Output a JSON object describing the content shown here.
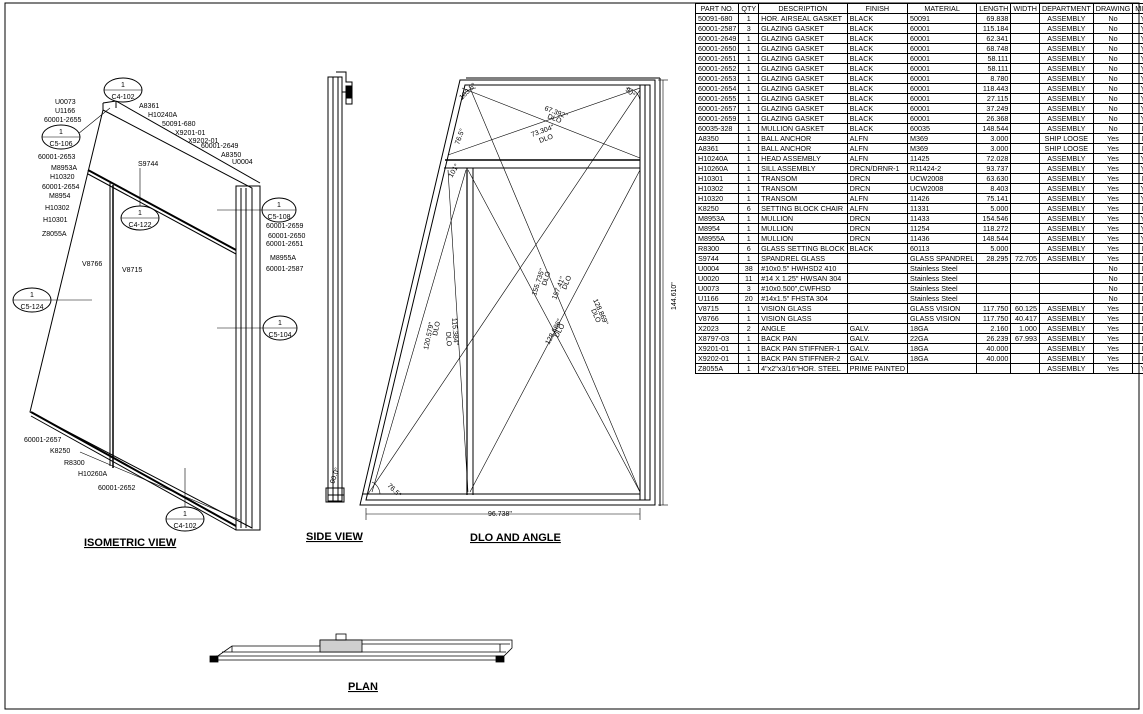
{
  "views": {
    "isometric": "ISOMETRIC VIEW",
    "side": "SIDE VIEW",
    "dlo": "DLO AND ANGLE",
    "plan": "PLAN"
  },
  "callouts": [
    {
      "top": "1",
      "bottom": "C4-102"
    },
    {
      "top": "1",
      "bottom": "C5-106"
    },
    {
      "top": "1",
      "bottom": "C4-122"
    },
    {
      "top": "1",
      "bottom": "C5-108"
    },
    {
      "top": "1",
      "bottom": "C5-124"
    },
    {
      "top": "1",
      "bottom": "C5-104"
    },
    {
      "top": "1",
      "bottom": "C4-102"
    }
  ],
  "iso_labels": {
    "left_top": [
      "U0073",
      "U1166",
      "60001-2655"
    ],
    "left_mid": [
      "60001-2653",
      "M8953A",
      "H10320",
      "60001-2654",
      "M8954",
      "H10302",
      "H10301",
      "Z8055A"
    ],
    "top_right": [
      "A8361",
      "H10240A",
      "50091-680",
      "X9201-01",
      "X9202-01",
      "60001-2649",
      "A8350",
      "U0004"
    ],
    "right_mid": [
      "60001-2659",
      "60001-2650",
      "60001-2651"
    ],
    "right_low": [
      "M8955A",
      "60001-2587"
    ],
    "bottom_left": [
      "60001-2657",
      "K8250",
      "R8300",
      "H10260A",
      "60001-2652"
    ],
    "inner": {
      "s9744": "S9744",
      "v8766": "V8766",
      "v8715": "V8715"
    }
  },
  "dlo_dims": {
    "d67": "67.392\"",
    "dlo1": "DLO",
    "d73": "73.304\"",
    "dlo2": "DLO",
    "d103": "103.5°",
    "d76": "76.5°",
    "d90a": "90°",
    "d90b": "90.0°",
    "d101": "101°",
    "d155": "155.735\"",
    "dlo3": "DLO",
    "d157": "157.41\"",
    "dlo4": "DLO",
    "d128a": "128.869\"",
    "dlo5": "DLO",
    "d120": "120.579\"",
    "dlo6": "DLO",
    "d115": "115.384\"",
    "dlo7": "DLO",
    "d128b": "128.686\"",
    "dlo8": "DLO",
    "d144": "144.610\"",
    "d96": "96.738\"",
    "d765": "76.5°"
  },
  "bom": {
    "headers": [
      "PART NO.",
      "QTY",
      "DESCRIPTION",
      "FINISH",
      "MATERIAL",
      "LENGTH",
      "WIDTH",
      "DEPARTMENT",
      "DRAWING",
      "MITER"
    ],
    "rows": [
      [
        "50091-680",
        "1",
        "HOR. AIRSEAL GASKET",
        "BLACK",
        "50091",
        "69.838",
        "",
        "ASSEMBLY",
        "No",
        "Yes"
      ],
      [
        "60001-2587",
        "3",
        "GLAZING GASKET",
        "BLACK",
        "60001",
        "115.184",
        "",
        "ASSEMBLY",
        "No",
        "Yes"
      ],
      [
        "60001-2649",
        "1",
        "GLAZING GASKET",
        "BLACK",
        "60001",
        "62.341",
        "",
        "ASSEMBLY",
        "No",
        "Yes"
      ],
      [
        "60001-2650",
        "1",
        "GLAZING GASKET",
        "BLACK",
        "60001",
        "68.748",
        "",
        "ASSEMBLY",
        "No",
        "Yes"
      ],
      [
        "60001-2651",
        "1",
        "GLAZING GASKET",
        "BLACK",
        "60001",
        "58.111",
        "",
        "ASSEMBLY",
        "No",
        "Yes"
      ],
      [
        "60001-2652",
        "1",
        "GLAZING GASKET",
        "BLACK",
        "60001",
        "58.111",
        "",
        "ASSEMBLY",
        "No",
        "Yes"
      ],
      [
        "60001-2653",
        "1",
        "GLAZING GASKET",
        "BLACK",
        "60001",
        "8.780",
        "",
        "ASSEMBLY",
        "No",
        "Yes"
      ],
      [
        "60001-2654",
        "1",
        "GLAZING GASKET",
        "BLACK",
        "60001",
        "118.443",
        "",
        "ASSEMBLY",
        "No",
        "Yes"
      ],
      [
        "60001-2655",
        "1",
        "GLAZING GASKET",
        "BLACK",
        "60001",
        "27.115",
        "",
        "ASSEMBLY",
        "No",
        "Yes"
      ],
      [
        "60001-2657",
        "1",
        "GLAZING GASKET",
        "BLACK",
        "60001",
        "37.249",
        "",
        "ASSEMBLY",
        "No",
        "Yes"
      ],
      [
        "60001-2659",
        "1",
        "GLAZING GASKET",
        "BLACK",
        "60001",
        "26.368",
        "",
        "ASSEMBLY",
        "No",
        "Yes"
      ],
      [
        "60035-328",
        "1",
        "MULLION GASKET",
        "BLACK",
        "60035",
        "148.544",
        "",
        "ASSEMBLY",
        "No",
        "No"
      ],
      [
        "A8350",
        "1",
        "BALL ANCHOR",
        "ALFN",
        "M369",
        "3.000",
        "",
        "SHIP LOOSE",
        "Yes",
        "No"
      ],
      [
        "A8361",
        "1",
        "BALL ANCHOR",
        "ALFN",
        "M369",
        "3.000",
        "",
        "SHIP LOOSE",
        "Yes",
        "No"
      ],
      [
        "H10240A",
        "1",
        "HEAD ASSEMBLY",
        "ALFN",
        "11425",
        "72.028",
        "",
        "ASSEMBLY",
        "Yes",
        "Yes"
      ],
      [
        "H10260A",
        "1",
        "SILL ASSEMBLY",
        "DRCN/DRNR-1",
        "R11424-2",
        "93.737",
        "",
        "ASSEMBLY",
        "Yes",
        "Yes"
      ],
      [
        "H10301",
        "1",
        "TRANSOM",
        "DRCN",
        "UCW2008",
        "63.630",
        "",
        "ASSEMBLY",
        "Yes",
        "No"
      ],
      [
        "H10302",
        "1",
        "TRANSOM",
        "DRCN",
        "UCW2008",
        "8.403",
        "",
        "ASSEMBLY",
        "Yes",
        "Yes"
      ],
      [
        "H10320",
        "1",
        "TRANSOM",
        "ALFN",
        "11426",
        "75.141",
        "",
        "ASSEMBLY",
        "Yes",
        "Yes"
      ],
      [
        "K8250",
        "6",
        "SETTING BLOCK CHAIR",
        "ALFN",
        "11331",
        "5.000",
        "",
        "ASSEMBLY",
        "Yes",
        "No"
      ],
      [
        "M8953A",
        "1",
        "MULLION",
        "DRCN",
        "11433",
        "154.546",
        "",
        "ASSEMBLY",
        "Yes",
        "Yes"
      ],
      [
        "M8954",
        "1",
        "MULLION",
        "DRCN",
        "11254",
        "118.272",
        "",
        "ASSEMBLY",
        "Yes",
        "Yes"
      ],
      [
        "M8955A",
        "1",
        "MULLION",
        "DRCN",
        "11436",
        "148.544",
        "",
        "ASSEMBLY",
        "Yes",
        "Yes"
      ],
      [
        "R8300",
        "6",
        "GLASS SETTING BLOCK",
        "BLACK",
        "60113",
        "5.000",
        "",
        "ASSEMBLY",
        "Yes",
        "No"
      ],
      [
        "S9744",
        "1",
        "SPANDREL GLASS",
        "",
        "GLASS SPANDREL",
        "28.295",
        "72.705",
        "ASSEMBLY",
        "Yes",
        "No"
      ],
      [
        "U0004",
        "38",
        "#10x0.5\" HWHSD2 410",
        "",
        "Stainless Steel",
        "",
        "",
        "",
        "No",
        "No"
      ],
      [
        "U0020",
        "11",
        "#14 X 1.25\" HWSAN 304",
        "",
        "Stainless Steel",
        "",
        "",
        "",
        "No",
        "No"
      ],
      [
        "U0073",
        "3",
        "#10x0.500\",CWFHSD",
        "",
        "Stainless Steel",
        "",
        "",
        "",
        "No",
        "No"
      ],
      [
        "U1166",
        "20",
        "#14x1.5\" FHSTA 304",
        "",
        "Stainless Steel",
        "",
        "",
        "",
        "No",
        "No"
      ],
      [
        "V8715",
        "1",
        "VISION GLASS",
        "",
        "GLASS VISION",
        "117.750",
        "60.125",
        "ASSEMBLY",
        "Yes",
        "No"
      ],
      [
        "V8766",
        "1",
        "VISION GLASS",
        "",
        "GLASS VISION",
        "117.750",
        "40.417",
        "ASSEMBLY",
        "Yes",
        "No"
      ],
      [
        "X2023",
        "2",
        "ANGLE",
        "GALV.",
        "18GA",
        "2.160",
        "1.000",
        "ASSEMBLY",
        "Yes",
        "No"
      ],
      [
        "X8797-03",
        "1",
        "BACK PAN",
        "GALV.",
        "22GA",
        "26.239",
        "67.993",
        "ASSEMBLY",
        "Yes",
        "No"
      ],
      [
        "X9201-01",
        "1",
        "BACK PAN STIFFNER-1",
        "GALV.",
        "18GA",
        "40.000",
        "",
        "ASSEMBLY",
        "Yes",
        "No"
      ],
      [
        "X9202-01",
        "1",
        "BACK PAN STIFFNER-2",
        "GALV.",
        "18GA",
        "40.000",
        "",
        "ASSEMBLY",
        "Yes",
        "No"
      ],
      [
        "Z8055A",
        "1",
        "4\"x2\"x3/16\"HOR. STEEL",
        "PRIME PAINTED",
        "",
        "",
        "",
        "ASSEMBLY",
        "Yes",
        "Yes"
      ]
    ]
  }
}
